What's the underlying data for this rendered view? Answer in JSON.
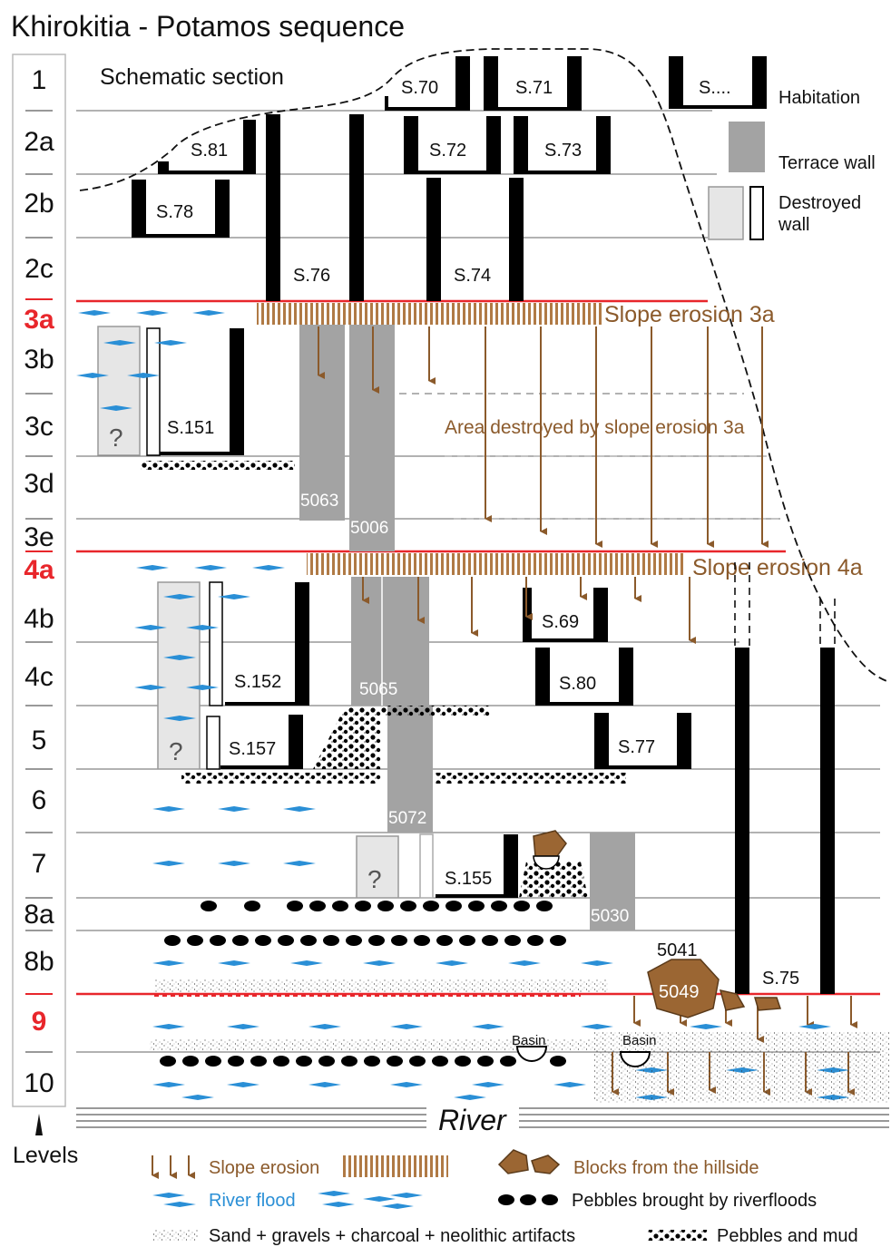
{
  "title": "Khirokitia - Potamos sequence",
  "section_label": "Schematic section",
  "levels_caption": "Levels",
  "river_label": "River",
  "levels": [
    "1",
    "2a",
    "2b",
    "2c",
    "3a",
    "3b",
    "3c",
    "3d",
    "3e",
    "4a",
    "4b",
    "4c",
    "5",
    "6",
    "7",
    "8a",
    "8b",
    "9",
    "10"
  ],
  "level_colors": {
    "normal": "#111111",
    "highlight": "#e8262b"
  },
  "structures": [
    "S.70",
    "S.71",
    "S....",
    "S.81",
    "S.72",
    "S.73",
    "S.78",
    "S.76",
    "S.74",
    "S.151",
    "S.69",
    "S.152",
    "S.80",
    "S.157",
    "S.77",
    "S.155",
    "S.75"
  ],
  "terrace_walls": [
    "5063",
    "5006",
    "5065",
    "5072",
    "5030"
  ],
  "blocks": [
    "5041",
    "5049"
  ],
  "basins": [
    "Basin",
    "Basin"
  ],
  "unknown_mark": "?",
  "erosion_labels": {
    "e3a": "Slope erosion 3a",
    "e4a": "Slope erosion 4a",
    "area": "Area destroyed by slope erosion 3a"
  },
  "legend_right": {
    "habitation": "Habitation",
    "terrace": "Terrace wall",
    "destroyed1": "Destroyed",
    "destroyed2": "wall"
  },
  "legend_bottom": {
    "slope_erosion": "Slope erosion",
    "blocks": "Blocks from the hillside",
    "river_flood": "River flood",
    "pebbles": "Pebbles brought by riverfloods",
    "sand": "Sand + gravels + charcoal + neolithic artifacts",
    "pebbles_mud": "Pebbles and mud"
  },
  "colors": {
    "erosion": "#8b5a2b",
    "flood": "#2a8fd6",
    "terrace": "#a3a3a3",
    "block": "#9b6633",
    "red_line": "#e8262b",
    "wall": "#000000"
  }
}
